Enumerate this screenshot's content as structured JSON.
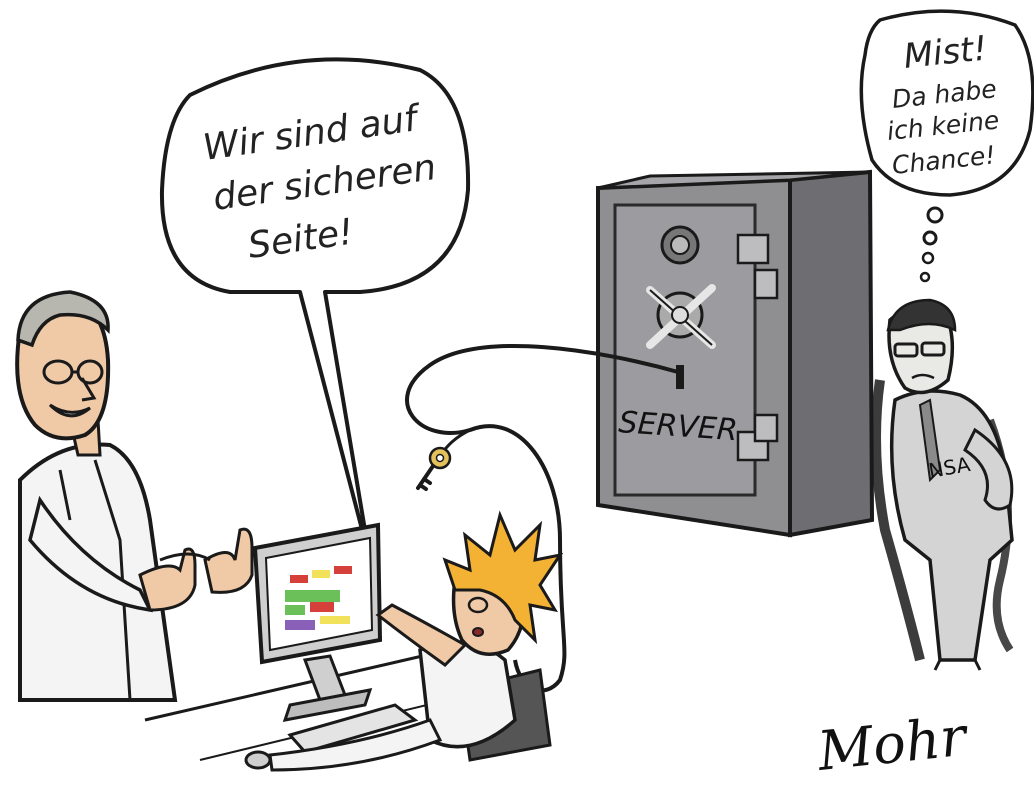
{
  "speech_bubble": {
    "line1": "Wir sind auf",
    "line2": "der sicheren",
    "line3": "Seite!"
  },
  "thought_bubble": {
    "line1": "Mist!",
    "line2": "Da habe",
    "line3": "ich keine",
    "line4": "Chance!"
  },
  "safe": {
    "label": "SERVER"
  },
  "agent": {
    "badge": "NSA"
  },
  "signature": "Mohr",
  "colors": {
    "safe_body": "#8f8f92",
    "safe_side": "#6e6e72",
    "hair": "#f3b233",
    "ink": "#1a1a1a",
    "screen_green": "#6cc05a",
    "screen_red": "#d6403a",
    "screen_purple": "#8a5fb8",
    "screen_yellow": "#f2e15a"
  }
}
